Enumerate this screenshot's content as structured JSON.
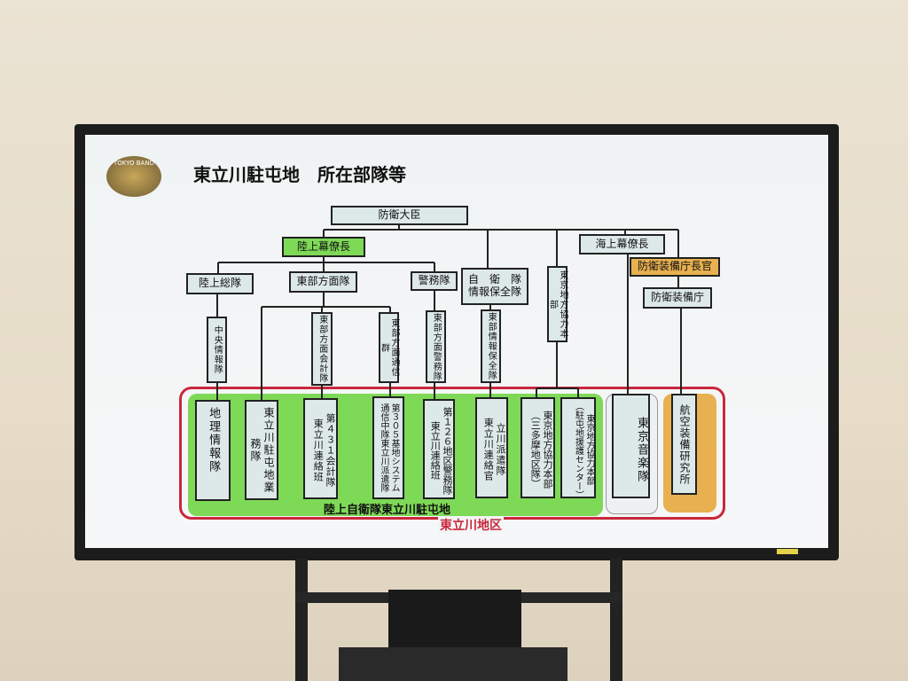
{
  "logo": {
    "text": "TOKYO BAND"
  },
  "title": "東立川駐屯地　所在部隊等",
  "nodes": {
    "minister": "防衛大臣",
    "gsdf_chief": "陸上幕僚長",
    "msdf_chief": "海上幕僚長",
    "atla_commissioner": "防衛装備庁長官",
    "atla": "防衛装備庁",
    "gcc": "陸上総隊",
    "eastern_army": "東部方面隊",
    "mp": "警務隊",
    "sdf_intel_security": "自　衛　隊\n情報保全隊",
    "tokyo_pco": "東京地方協力本部",
    "central_intel": "中央情報隊",
    "ea_finance": "東部方面会計隊",
    "ea_signal": "東部方面通信群",
    "ea_mp": "東部方面警務隊",
    "east_intel_security": "東部情報保全隊",
    "geo_intel": "地理情報隊",
    "camp_service": "東立川駐屯地業務隊",
    "finance_431": "第４３１会計隊\n東立川連絡班",
    "signal_305": "第３０５基地システム\n通信中隊東立川派遣隊",
    "mp_126": "第１２６地区警務隊\n東立川連絡班",
    "tachikawa_detachment": "立川派遣隊\n東立川連絡官",
    "pco_santama": "東京地方協力本部\n（三多摩地区隊）",
    "pco_support": "東京地方協力本部\n（駐屯地援護センター）",
    "tokyo_band": "東京音楽隊",
    "aero_research": "航空装備研究所"
  },
  "regions": {
    "camp": "陸上自衛隊東立川駐屯地",
    "district": "東立川地区"
  },
  "colors": {
    "gsdf": "#7ed957",
    "atla": "#e8b050",
    "district_border": "#c8283c",
    "box": "#dde9e8"
  }
}
